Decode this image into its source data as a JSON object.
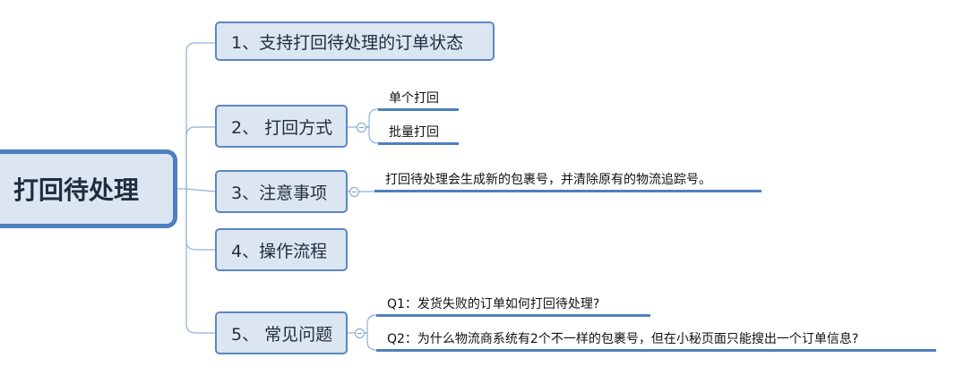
{
  "root": {
    "label": "打回待处理"
  },
  "branches": [
    {
      "label": "1、支持打回待处理的订单状态"
    },
    {
      "label": "2、 打回方式",
      "children": [
        "单个打回",
        "批量打回"
      ]
    },
    {
      "label": "3、注意事项",
      "children": [
        "打回待处理会生成新的包裹号，并清除原有的物流追踪号。"
      ]
    },
    {
      "label": "4、操作流程"
    },
    {
      "label": "5、 常见问题",
      "children": [
        "Q1：发货失败的订单如何打回待处理?",
        "Q2：为什么物流商系统有2个不一样的包裹号，但在小秘页面只能搜出一个订单信息?"
      ]
    }
  ],
  "colors": {
    "node_fill": "#dce6f2",
    "node_border": "#5b87c3",
    "connector": "#8fb0d8",
    "leaf_underline": "#4f7fc0"
  }
}
